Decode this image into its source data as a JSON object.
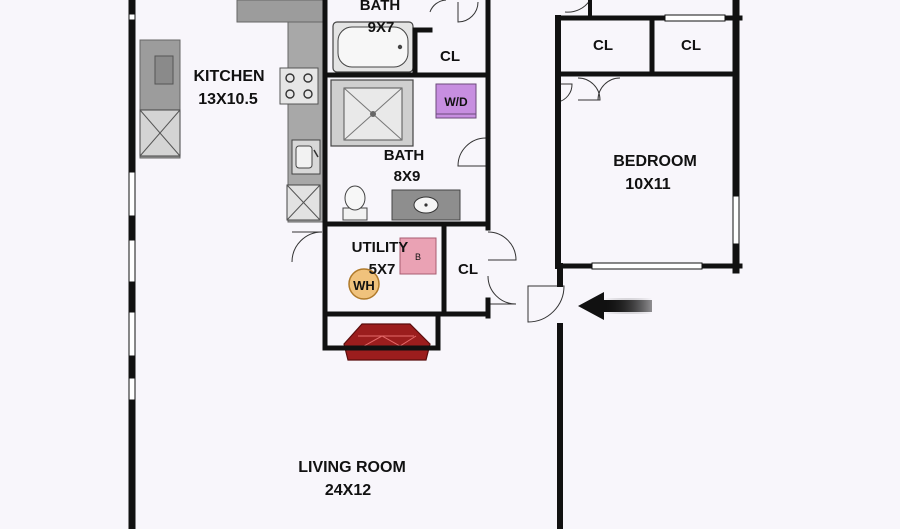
{
  "rooms": {
    "bath_top": {
      "name": "BATH",
      "size": "9X7"
    },
    "kitchen": {
      "name": "KITCHEN",
      "size": "13X10.5"
    },
    "bath_mid": {
      "name": "BATH",
      "size": "8X9"
    },
    "utility": {
      "name": "UTILITY",
      "size": "5X7"
    },
    "bedroom": {
      "name": "BEDROOM",
      "size": "10X11"
    },
    "living": {
      "name": "LIVING ROOM",
      "size": "24X12"
    }
  },
  "closets": {
    "bath": "CL",
    "bedroom_left": "CL",
    "bedroom_right": "CL",
    "utility": "CL"
  },
  "fixtures": {
    "washer_dryer": "W/D",
    "water_heater": "WH",
    "boiler": "B"
  },
  "colors": {
    "wall": "#111111",
    "background": "#f8f6fb",
    "counter": "#a9a9a9",
    "washer_dryer": "#c78ee0",
    "water_heater": "#f0c27c",
    "boiler": "#eaa2b4",
    "fireplace": "#9b1d1d"
  }
}
